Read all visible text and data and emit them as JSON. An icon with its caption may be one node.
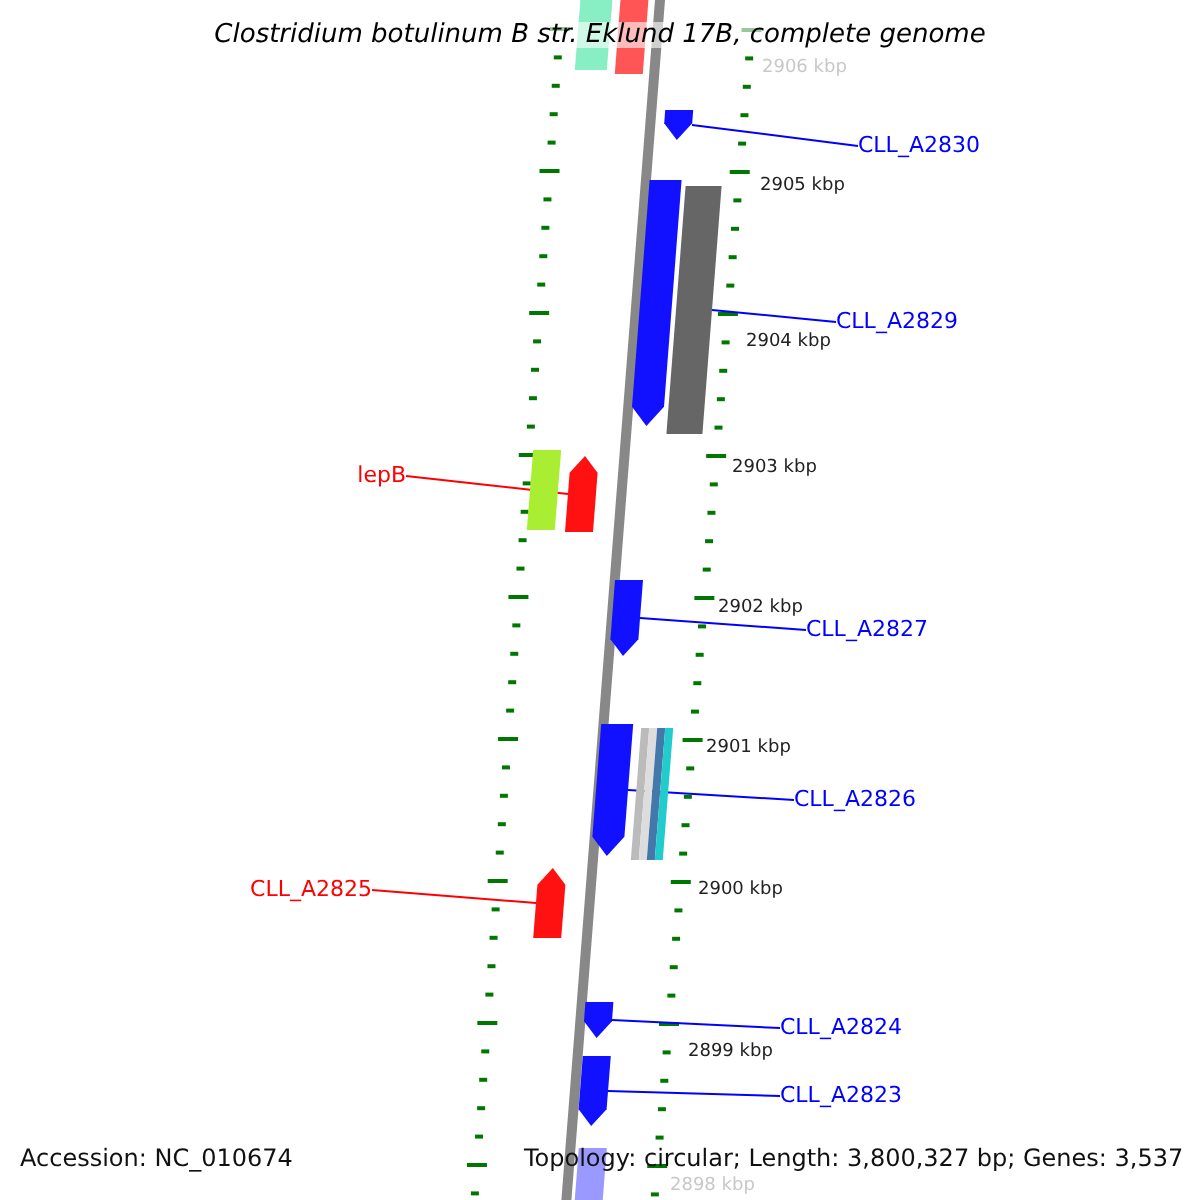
{
  "diagram": {
    "title": "Clostridium botulinum B str. Eklund 17B, complete genome",
    "nodes": [
      {
        "text": [
          "CLL_A2830"
        ]
      },
      {
        "text": [],
        "shape": "bar"
      },
      {
        "text": [
          "CLL_A2829"
        ]
      },
      {
        "text": [],
        "shape": "bar"
      },
      {
        "text": [
          "lepB"
        ]
      },
      {
        "text": [],
        "shape": "bar"
      },
      {
        "text": [
          "CLL_A2827"
        ]
      },
      {
        "text": [],
        "shape": "bar"
      },
      {
        "text": [
          "CLL_A2826"
        ]
      },
      {
        "text": [],
        "shape": "bar"
      },
      {
        "text": [
          "CLL_A2825"
        ]
      },
      {
        "text": [],
        "shape": "bar"
      },
      {
        "text": [
          "CLL_A2824"
        ]
      },
      {
        "text": [],
        "shape": "bar"
      },
      {
        "text": [
          "CLL_A2823"
        ]
      },
      {
        "text": [],
        "shape": "bar"
      },
      {
        "text": [],
        "shape": "bar"
      },
      {
        "text": [],
        "shape": "bar"
      },
      {
        "text": [],
        "shape": "bar"
      },
      {
        "text": [],
        "shape": "bar"
      },
      {
        "text": [],
        "shape": "bar"
      },
      {
        "text": [],
        "shape": "bar"
      }
    ],
    "edges": [
      {
        "from": 0,
        "to": 1,
        "arrow": "none",
        "color": "#0000ff"
      },
      {
        "from": 2,
        "to": 3,
        "arrow": "none",
        "color": "#0000ff"
      },
      {
        "from": 4,
        "to": 5,
        "arrow": "none",
        "color": "#ff0000"
      },
      {
        "from": 6,
        "to": 7,
        "arrow": "none",
        "color": "#0000ff"
      },
      {
        "from": 8,
        "to": 9,
        "arrow": "none",
        "color": "#0000ff"
      },
      {
        "from": 10,
        "to": 11,
        "arrow": "none",
        "color": "#ff0000"
      },
      {
        "from": 12,
        "to": 13,
        "arrow": "none",
        "color": "#0000ff"
      },
      {
        "from": 14,
        "to": 15,
        "arrow": "none",
        "color": "#0000ff"
      }
    ],
    "labels": [
      "2906 kbp",
      "2905 kbp",
      "2904 kbp",
      "2903 kbp",
      "2902 kbp",
      "2901 kbp",
      "2900 kbp",
      "2899 kbp",
      "2898 kbp",
      "Accession: NC_010674",
      "Topology: circular; Length: 3,800,327 bp; Genes: 3,537"
    ]
  }
}
